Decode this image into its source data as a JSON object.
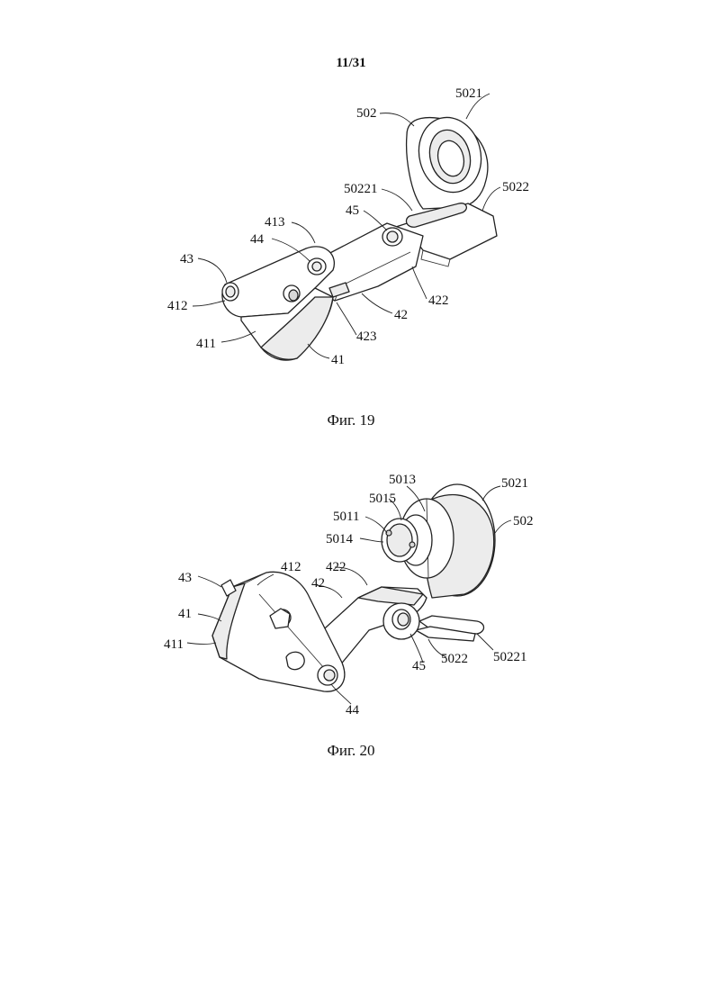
{
  "page": {
    "number": "11/31"
  },
  "figures": [
    {
      "caption": "Фиг. 19",
      "labels": [
        "5021",
        "502",
        "50221",
        "5022",
        "45",
        "413",
        "44",
        "43",
        "412",
        "422",
        "42",
        "423",
        "411",
        "41"
      ]
    },
    {
      "caption": "Фиг. 20",
      "labels": [
        "5013",
        "5021",
        "5015",
        "5011",
        "502",
        "5014",
        "43",
        "412",
        "422",
        "42",
        "41",
        "411",
        "45",
        "5022",
        "50221",
        "44"
      ]
    }
  ]
}
